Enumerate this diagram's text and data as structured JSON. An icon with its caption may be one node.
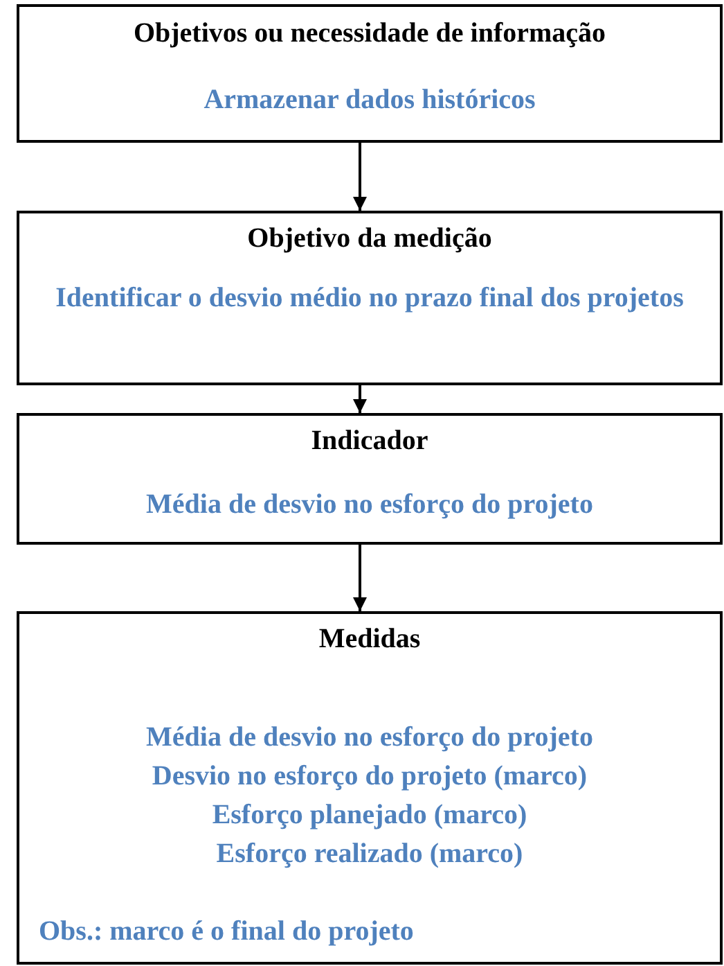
{
  "diagram": {
    "nodes": [
      {
        "text": [
          "Objetivos ou necessidade de informação",
          "Armazenar dados históricos"
        ]
      },
      {
        "text": [
          "Objetivo da medição",
          "Identificar o desvio médio no prazo final dos projetos"
        ]
      },
      {
        "text": [
          "Indicador",
          "Média de desvio no esforço do projeto"
        ]
      },
      {
        "text": [
          "Medidas",
          "Média de desvio no esforço do projeto",
          "Desvio no esforço do projeto (marco)",
          "Esforço planejado (marco)",
          "Esforço realizado (marco)",
          "Obs.: marco é o final do projeto"
        ]
      }
    ],
    "edges": [
      {
        "from": 0,
        "to": 1,
        "arrow": "to"
      },
      {
        "from": 1,
        "to": 2,
        "arrow": "to"
      },
      {
        "from": 2,
        "to": 3,
        "arrow": "to"
      }
    ]
  }
}
